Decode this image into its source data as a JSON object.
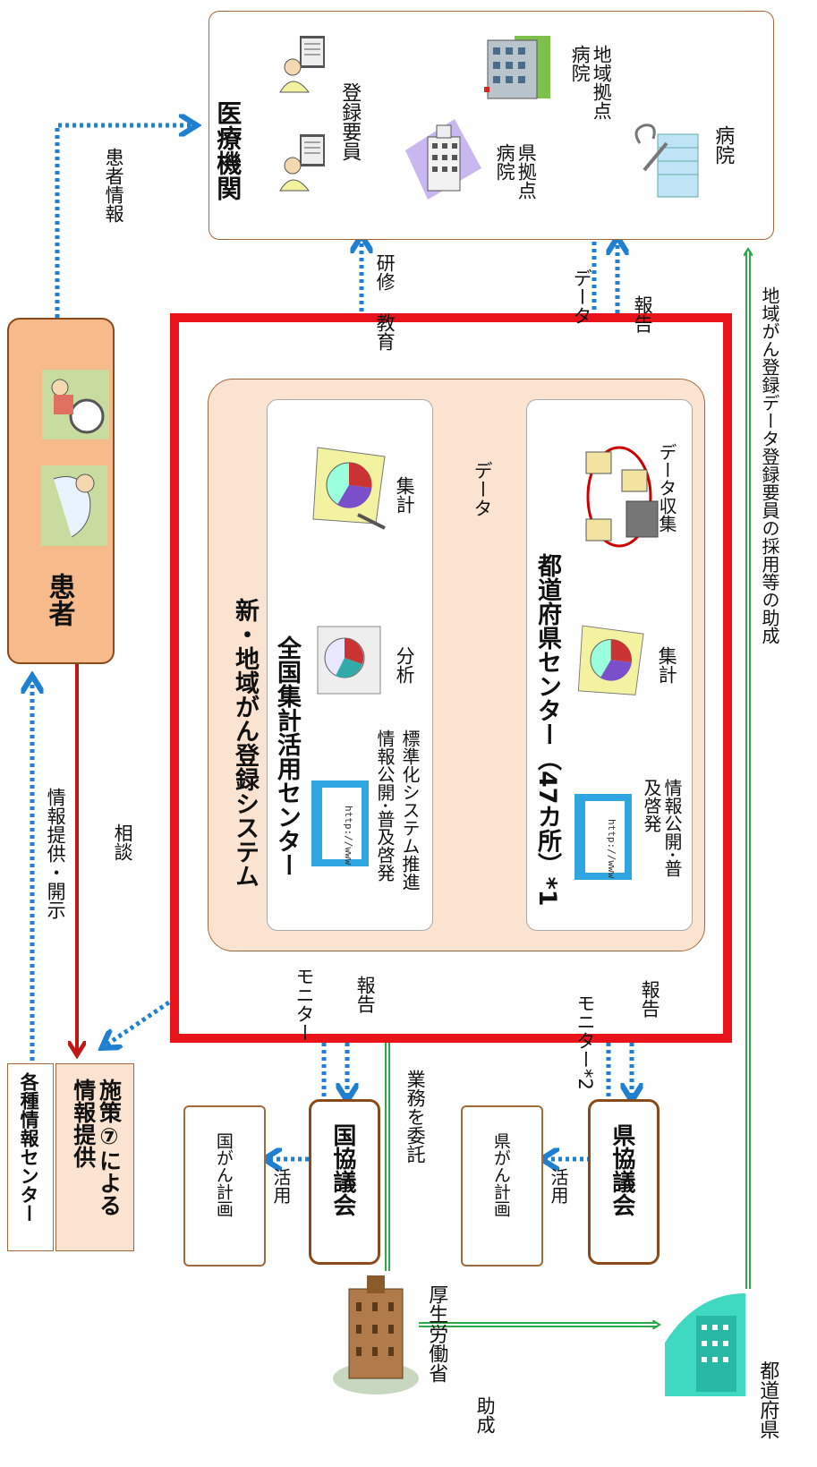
{
  "medical": {
    "title": "医療機関",
    "registrar": "登録要員",
    "regional_hospital": "地域拠点病院",
    "pref_hospital": "県拠点病院",
    "hospital": "病院"
  },
  "patient": {
    "title": "患者"
  },
  "system": {
    "title": "新・地域がん登録システム",
    "national_center": {
      "title": "全国集計活用センター",
      "info1": "情報公開･普及啓発",
      "info2": "標準化システム推進",
      "analysis": "分析",
      "aggregate": "集計"
    },
    "pref_center": {
      "title": "都道府県センター（47カ所）*1",
      "info": "情報公開･普及啓発",
      "aggregate": "集計",
      "data_collection": "データ収集"
    }
  },
  "info_center": {
    "title": "各種情報センター",
    "provision": "施策⑦による情報提供"
  },
  "councils": {
    "national": "国協議会",
    "national_plan": "国がん計画",
    "pref": "県協議会",
    "pref_plan": "県がん計画",
    "use": "活用"
  },
  "labels": {
    "patient_info": "患者情報",
    "education": "教育",
    "training": "研修",
    "data": "データ",
    "report": "報告",
    "data_mid": "データ",
    "consult": "相談",
    "info_disclose": "情報提供・開示",
    "monitor1": "モニター",
    "report1": "報告",
    "monitor2": "モニター*2",
    "report2": "報告",
    "outsource": "業務を委託",
    "subsidy_staff": "地域がん登録データ登録要員の採用等の助成",
    "subsidy": "助成",
    "mhlw": "厚生労働省",
    "prefectures": "都道府県"
  }
}
